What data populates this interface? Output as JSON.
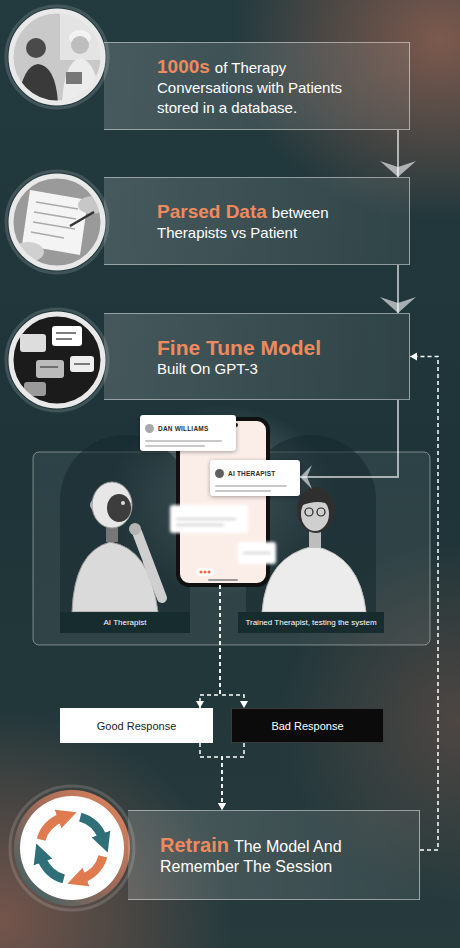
{
  "diagram": {
    "nodes": [
      {
        "text": [
          "1000s",
          "of Therapy Conversations with Patients stored in a database."
        ]
      },
      {
        "text": [
          "Parsed Data",
          "between Therapists vs Patient"
        ]
      },
      {
        "text": [
          "Fine Tune Model",
          "Built On GPT-3"
        ]
      },
      {
        "text": [
          "DAN WILLIAMS",
          "AI THERAPIST"
        ]
      },
      {
        "text": [
          "AI Therapist"
        ]
      },
      {
        "text": [
          "Trained Therapist, testing the system"
        ]
      },
      {
        "text": [
          "Good Response"
        ]
      },
      {
        "text": [
          "Bad Response"
        ]
      },
      {
        "text": [
          "Retrain",
          "The Model And Remember The Session"
        ]
      }
    ],
    "edges": [
      {
        "from": 0,
        "to": 1,
        "arrow": "to"
      },
      {
        "from": 1,
        "to": 2,
        "arrow": "to"
      },
      {
        "from": 2,
        "to": 3,
        "arrow": "to"
      },
      {
        "from": 3,
        "to": 6,
        "arrow": "to"
      },
      {
        "from": 3,
        "to": 7,
        "arrow": "to"
      },
      {
        "from": 6,
        "to": 8,
        "arrow": "to"
      },
      {
        "from": 7,
        "to": 8,
        "arrow": "to"
      },
      {
        "from": 8,
        "to": 2,
        "arrow": "to"
      }
    ]
  }
}
